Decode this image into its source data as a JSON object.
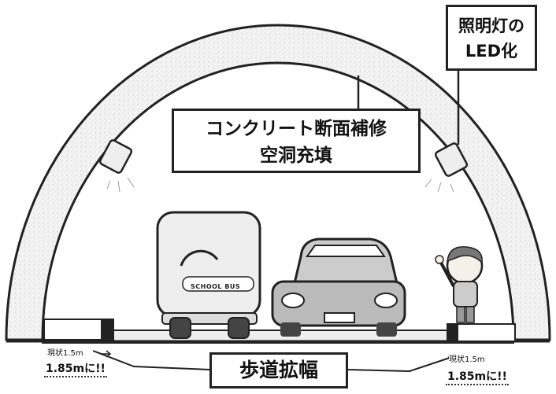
{
  "labels": {
    "lighting": [
      "照明灯の",
      "LED化"
    ],
    "repair": [
      "コンクリート断面補修",
      "空洞充填"
    ],
    "sidewalk": "歩道拡幅"
  },
  "width_notes": {
    "left_current": "現状1.5m",
    "right_current": "現状1.5m",
    "left_new": "1.85mに!!",
    "right_new": "1.85mに!!"
  },
  "bus": {
    "sign": "SCHOOL BUS"
  },
  "colors": {
    "line": "#222222",
    "tunnel_fill": "#f2f2f2",
    "vehicle_fill": "#e8e8e8",
    "background": "#ffffff"
  }
}
